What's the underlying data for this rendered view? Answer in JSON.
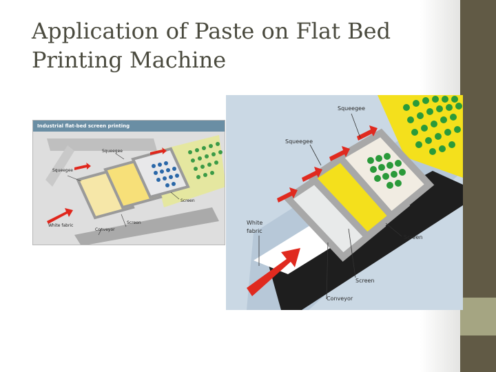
{
  "slide": {
    "title_line1": "Application of Paste on Flat Bed",
    "title_line2": "Printing Machine"
  },
  "small_figure": {
    "heading": "Industrial flat-bed screen printing",
    "labels": {
      "squeegee_top": "Squeegee",
      "squeegee_left": "Squeegee",
      "screen_right": "Screen",
      "screen_bottom": "Screen",
      "white_fabric": "White fabric",
      "conveyor": "Conveyor"
    }
  },
  "big_figure": {
    "labels": {
      "squeegee_top": "Squeegee",
      "squeegee_mid": "Squeegee",
      "white_line1": "White",
      "white_line2": "fabric",
      "screen_right": "Screen",
      "screen_bottom": "Screen",
      "conveyor": "Conveyor"
    }
  },
  "colors": {
    "title_text": "#4a4a3e",
    "sidebar_dark": "#615a45",
    "sidebar_light": "#a5a582",
    "paste_yellow": "#f2e21c",
    "dots_green": "#2e9a3c",
    "arrow_red": "#e02a1f"
  }
}
